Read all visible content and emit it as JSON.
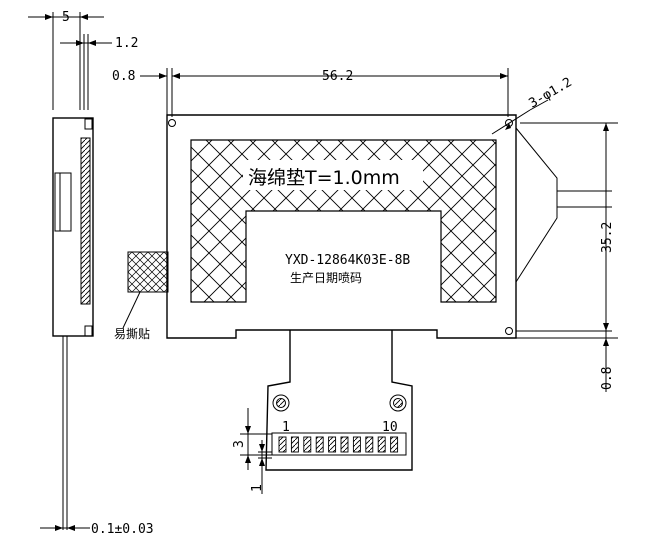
{
  "dims": {
    "side_thickness": "5",
    "side_gap": "1.2",
    "edge_margin": "0.8",
    "width": "56.2",
    "holes": "3-φ1.2",
    "height": "35.2",
    "bottom_margin": "0.8",
    "tolerance": "0.1±0.03",
    "pitch": "3",
    "pad_len": "1"
  },
  "labels": {
    "sponge": "海绵垫T=1.0mm",
    "model": "YXD-12864K03E-8B",
    "date_code": "生产日期喷码",
    "tear_tab": "易撕贴",
    "pin_first": "1",
    "pin_last": "10"
  }
}
